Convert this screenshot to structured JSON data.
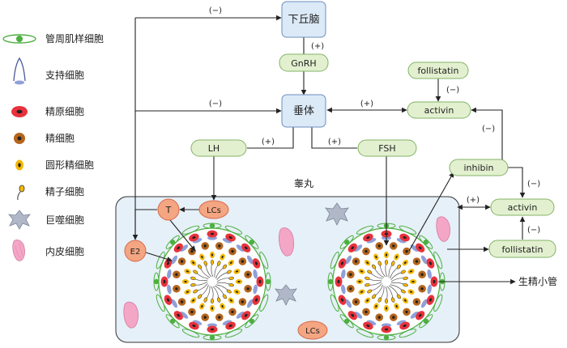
{
  "legend": {
    "items": [
      {
        "icon": "peritubular-myoid-cell-icon",
        "label": "管周肌样细胞"
      },
      {
        "icon": "sertoli-cell-icon",
        "label": "支持细胞"
      },
      {
        "icon": "spermatogonium-icon",
        "label": "精原细胞"
      },
      {
        "icon": "spermatocyte-icon",
        "label": "精细胞"
      },
      {
        "icon": "round-spermatid-icon",
        "label": "圆形精细胞"
      },
      {
        "icon": "sperm-icon",
        "label": "精子细胞"
      },
      {
        "icon": "macrophage-icon",
        "label": "巨噬细胞"
      },
      {
        "icon": "endothelial-cell-icon",
        "label": "内皮细胞"
      }
    ]
  },
  "nodes": {
    "hypothalamus": "下丘脑",
    "gnrh": "GnRH",
    "pituitary": "垂体",
    "lh": "LH",
    "fsh": "FSH",
    "follistatin_top": "follistatin",
    "activin_top": "activin",
    "inhibin": "inhibin",
    "activin_right": "activin",
    "follistatin_right": "follistatin",
    "lcs_top": "LCs",
    "lcs_bottom": "LCs",
    "t": "T",
    "e2": "E2",
    "testis": "睾丸",
    "seminiferous_tubule": "生精小管"
  },
  "signs": {
    "neg": "(−)",
    "pos": "(+)"
  },
  "colors": {
    "node_blue_fill": "#dce9f7",
    "node_blue_stroke": "#6c8ebf",
    "node_green_fill": "#e3f0d0",
    "node_green_stroke": "#82b366",
    "node_orange_fill": "#f4a582",
    "node_orange_stroke": "#d6694a",
    "testis_fill": "#e6f0f8",
    "spermatogonium": "#e8323c",
    "spermatocyte": "#b5651d",
    "spermatid": "#f5b800",
    "myoid": "#4caf3f",
    "sertoli": "#8fa0d8",
    "endothelial": "#f4a6c6",
    "macrophage": "#b0b8c8"
  }
}
